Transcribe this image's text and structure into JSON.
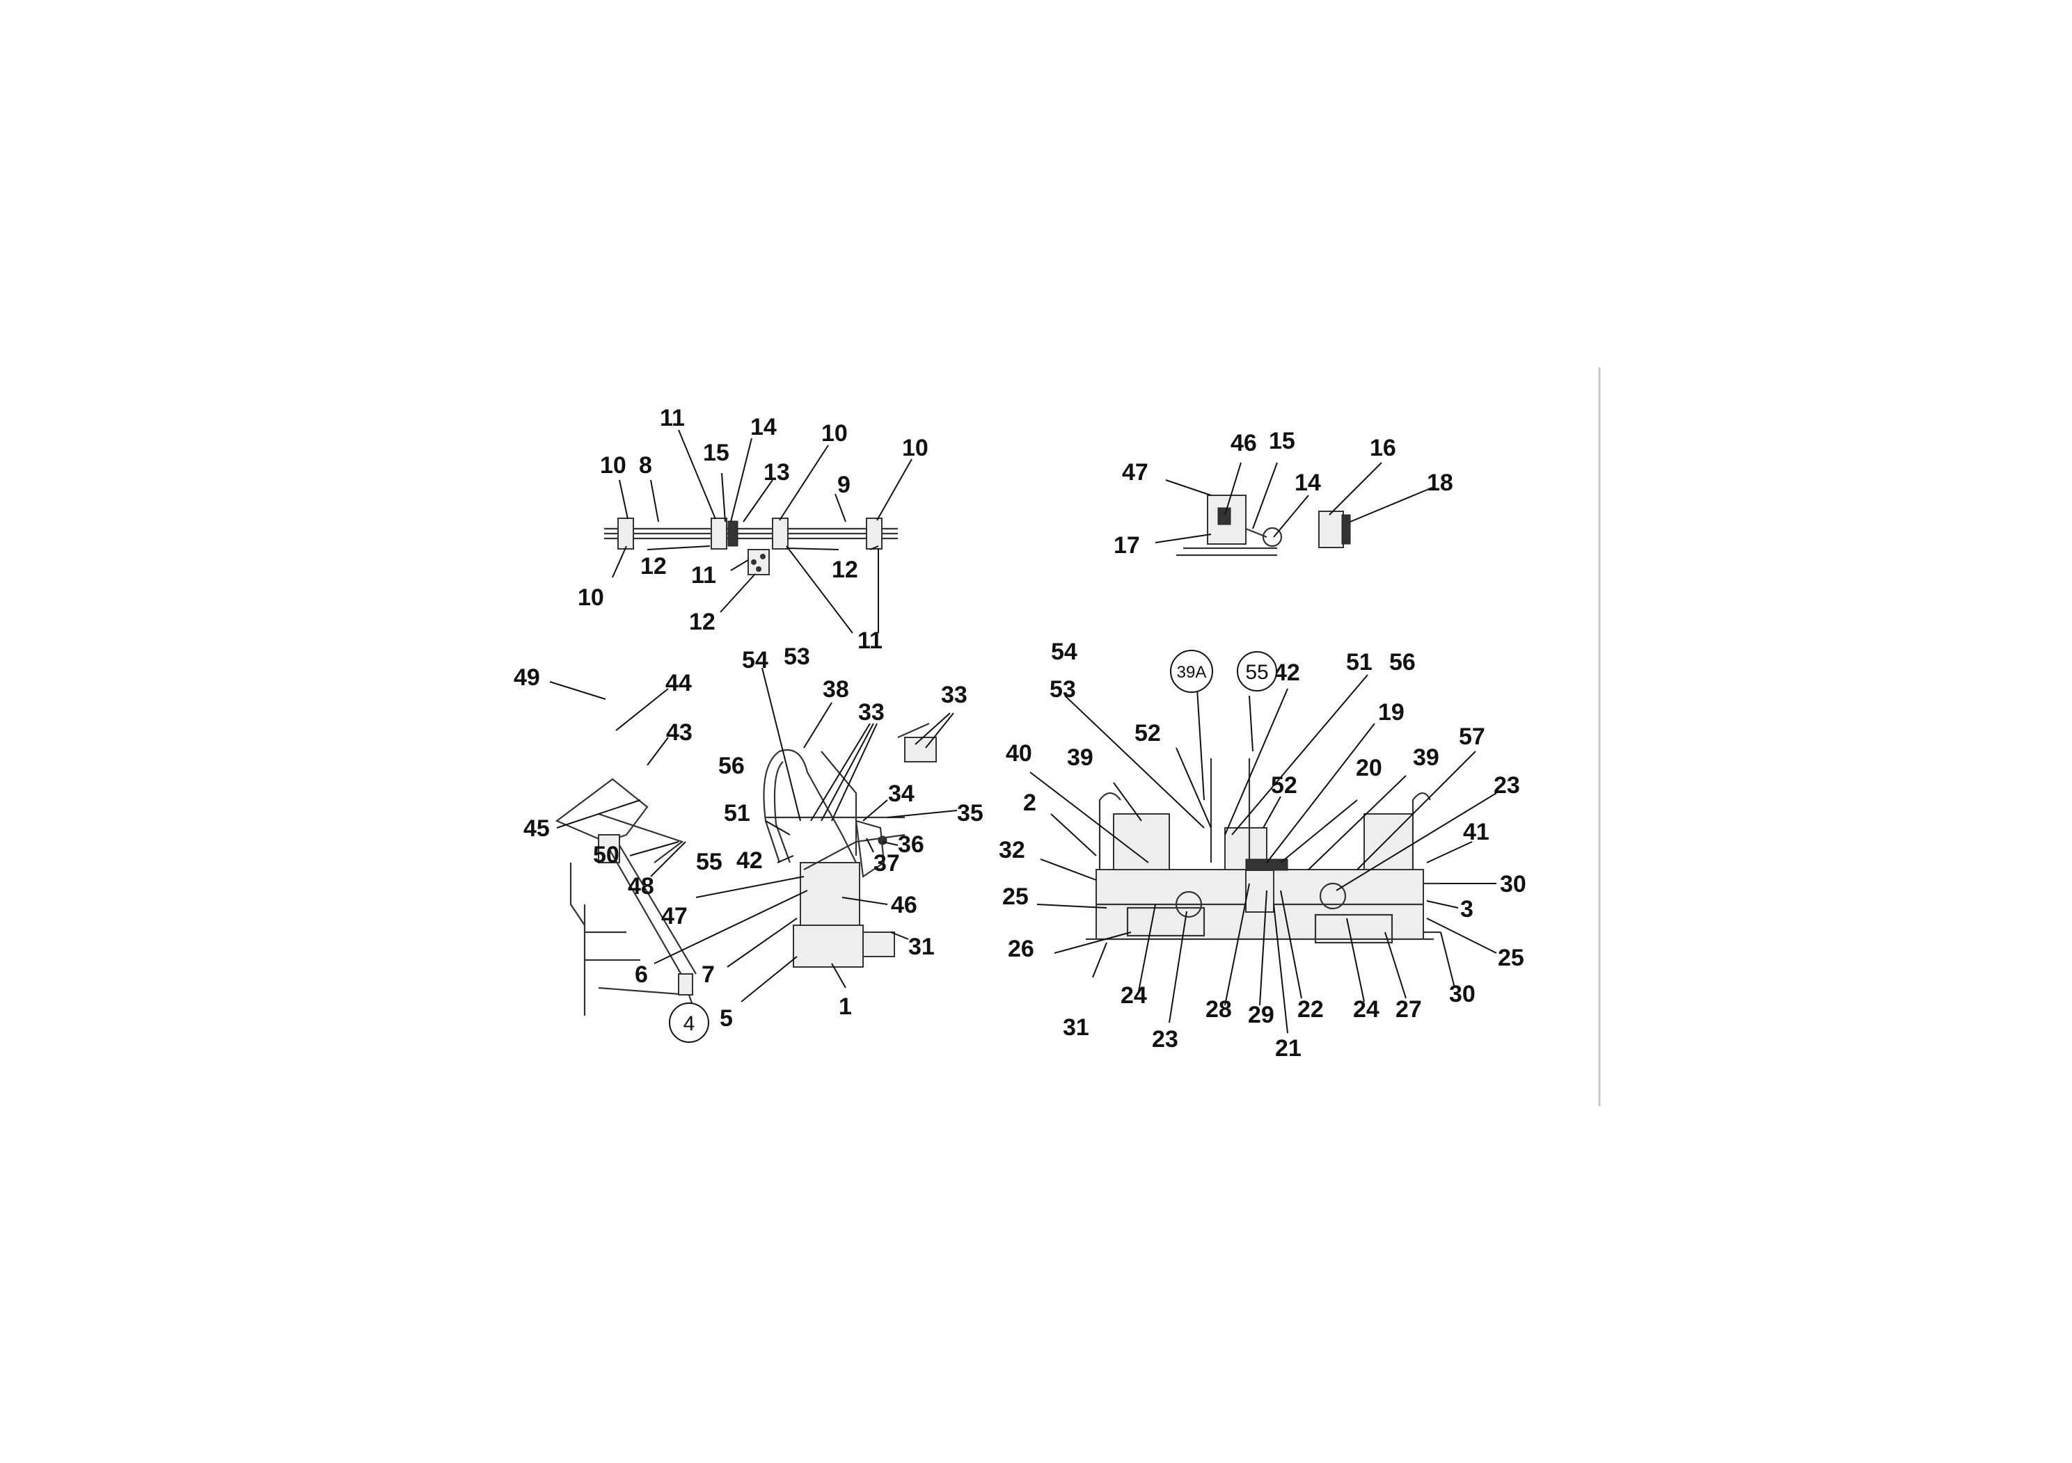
{
  "callouts": {
    "axle": [
      "10",
      "11",
      "8",
      "15",
      "14",
      "10",
      "13",
      "9",
      "10",
      "12",
      "11",
      "12",
      "12",
      "11",
      "10",
      "11",
      "12"
    ],
    "top_right": [
      "46",
      "15",
      "47",
      "14",
      "16",
      "18",
      "17"
    ],
    "left_cyl": [
      "49",
      "44",
      "43",
      "45",
      "50",
      "48"
    ],
    "center": [
      "54",
      "53",
      "38",
      "33",
      "33",
      "56",
      "34",
      "35",
      "51",
      "36",
      "37",
      "55",
      "42",
      "46",
      "47",
      "31",
      "6",
      "7",
      "1",
      "5"
    ],
    "right": [
      "54",
      "53",
      "42",
      "51",
      "56",
      "52",
      "19",
      "40",
      "39",
      "52",
      "20",
      "39",
      "57",
      "23",
      "2",
      "41",
      "32",
      "30",
      "25",
      "3",
      "26",
      "25",
      "31",
      "24",
      "23",
      "28",
      "29",
      "22",
      "24",
      "27",
      "30",
      "21"
    ]
  },
  "circled": {
    "c4": "4",
    "c39a": "39A",
    "c55": "55"
  }
}
